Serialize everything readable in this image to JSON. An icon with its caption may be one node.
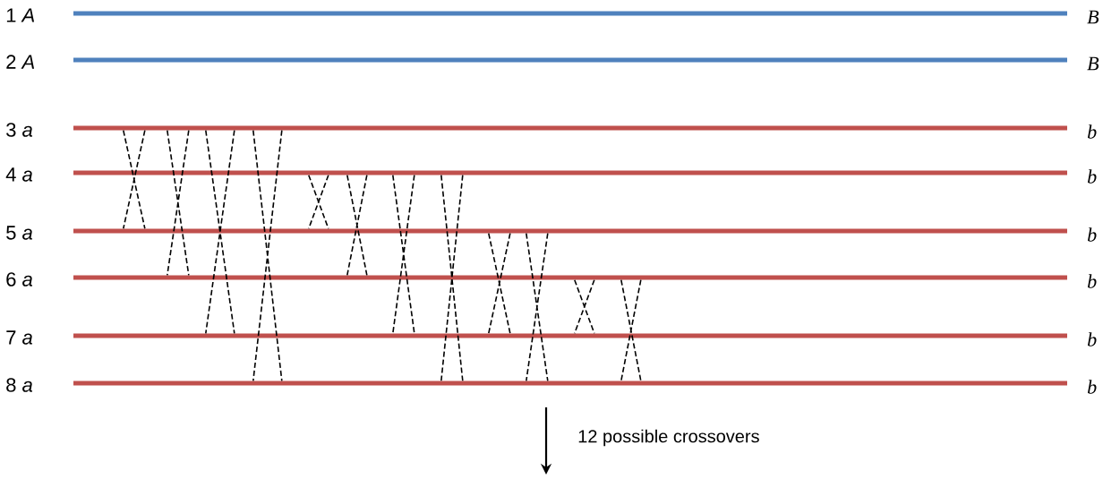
{
  "diagram": {
    "nodes": [
      {
        "text": [
          "1 *A*",
          "B"
        ]
      },
      {
        "text": [
          "2 *A*",
          "B"
        ]
      },
      {
        "text": [
          "3 *a*",
          "b"
        ]
      },
      {
        "text": [
          "4 *a*",
          "b"
        ]
      },
      {
        "text": [
          "5 *a*",
          "b"
        ]
      },
      {
        "text": [
          "6 *a*",
          "b"
        ]
      },
      {
        "text": [
          "7 *a*",
          "b"
        ]
      },
      {
        "text": [
          "8 *a*",
          "b"
        ]
      }
    ],
    "edges": [
      {
        "from": 2,
        "to": 4,
        "arrow": "none",
        "style": "dashed"
      },
      {
        "from": 2,
        "to": 5,
        "arrow": "none",
        "style": "dashed"
      },
      {
        "from": 2,
        "to": 6,
        "arrow": "none",
        "style": "dashed"
      },
      {
        "from": 2,
        "to": 7,
        "arrow": "none",
        "style": "dashed"
      },
      {
        "from": 3,
        "to": 4,
        "arrow": "none",
        "style": "dashed"
      },
      {
        "from": 3,
        "to": 5,
        "arrow": "none",
        "style": "dashed"
      },
      {
        "from": 3,
        "to": 6,
        "arrow": "none",
        "style": "dashed"
      },
      {
        "from": 3,
        "to": 7,
        "arrow": "none",
        "style": "dashed"
      },
      {
        "from": 4,
        "to": 6,
        "arrow": "none",
        "style": "dashed"
      },
      {
        "from": 4,
        "to": 7,
        "arrow": "none",
        "style": "dashed"
      },
      {
        "from": 5,
        "to": 6,
        "arrow": "none",
        "style": "dashed"
      },
      {
        "from": 5,
        "to": 7,
        "arrow": "none",
        "style": "dashed"
      }
    ],
    "labels": [
      "12 possible crossovers"
    ]
  }
}
